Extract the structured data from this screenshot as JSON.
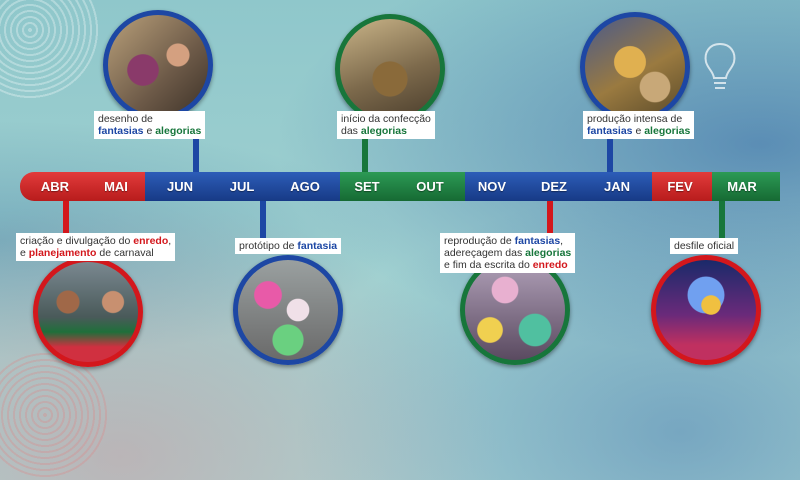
{
  "months": [
    "ABR",
    "MAI",
    "JUN",
    "JUL",
    "AGO",
    "SET",
    "OUT",
    "NOV",
    "DEZ",
    "JAN",
    "FEV",
    "MAR"
  ],
  "events": {
    "desenho": {
      "prefix": "desenho de",
      "w1": "fantasias",
      "mid": "e",
      "w2": "alegorias"
    },
    "confeccao": {
      "prefix": "início da confecção",
      "mid": "das",
      "w1": "alegorias"
    },
    "producao": {
      "prefix": "produção intensa de",
      "w1": "fantasias",
      "mid": "e",
      "w2": "alegorias"
    },
    "criacao": {
      "t1": "criação e divulgação do",
      "w1": "enredo",
      "t2": ",",
      "t3": "e",
      "w2": "planejamento",
      "t4": "de carnaval"
    },
    "prototipo": {
      "t1": "protótipo de",
      "w1": "fantasia"
    },
    "reproducao": {
      "t1": "reprodução de",
      "w1": "fantasias",
      "t2": ",",
      "t3": "adereçagem das",
      "w2": "alegorias",
      "t4": "e fim da escrita do",
      "w3": "enredo"
    },
    "desfile": {
      "t1": "desfile oficial"
    }
  },
  "colors": {
    "red": "#d3171c",
    "blue": "#1d47a4",
    "green": "#17763b"
  },
  "icons": [
    "lightbulb-icon"
  ]
}
